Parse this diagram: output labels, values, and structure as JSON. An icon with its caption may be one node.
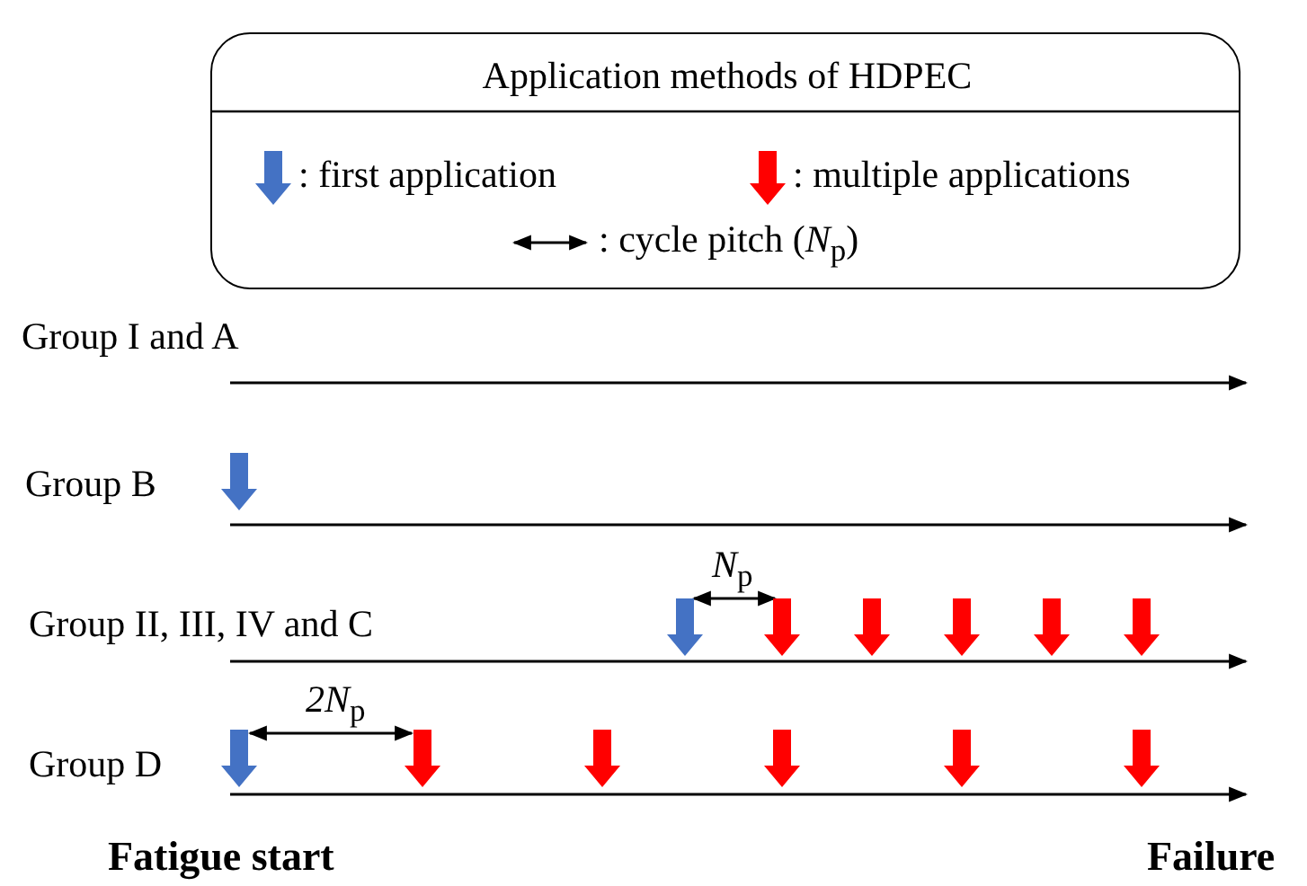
{
  "diagram": {
    "labels": [
      "Application methods of HDPEC",
      "Group I and A",
      "Group B",
      "*N*$_{p}$",
      "Group II, III, IV and C",
      "*2N*$_{p}$",
      "Group D",
      "Fatigue start",
      "Failure"
    ],
    "legend": [
      {
        "text": ": first application",
        "color": "#4472c4"
      },
      {
        "text": ": multiple applications",
        "color": "#ff0000"
      },
      {
        "text": ": cycle pitch (*N*$_{p}$)"
      }
    ]
  }
}
